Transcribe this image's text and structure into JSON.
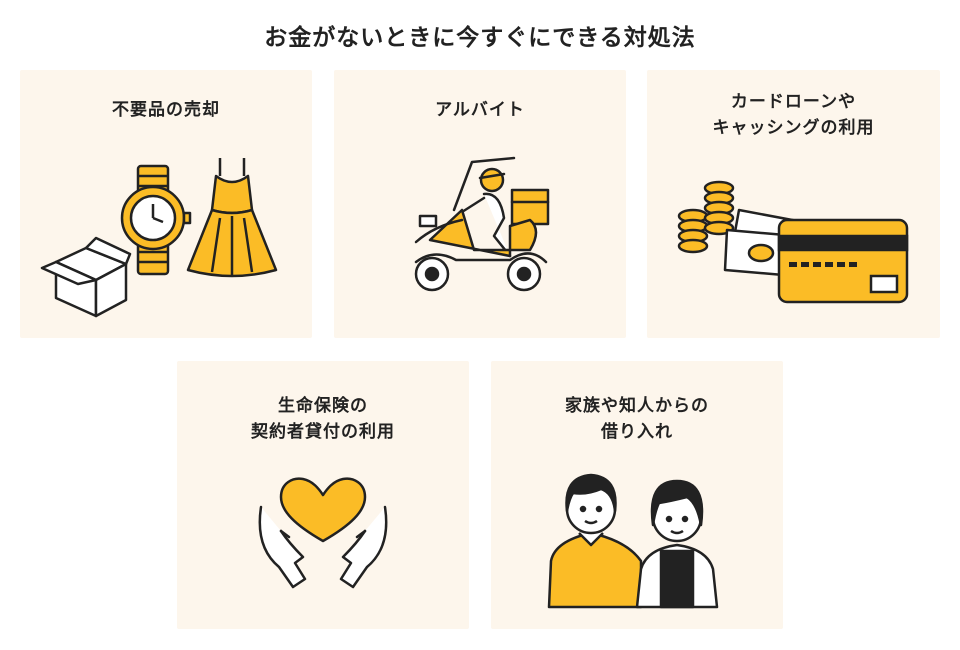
{
  "title": "お金がないときに今すぐにできる対処法",
  "colors": {
    "accent": "#fbbc26",
    "card_bg": "#fdf6ec",
    "ink": "#222222"
  },
  "cards": [
    {
      "label_lines": [
        "不要品の売却"
      ],
      "icons": [
        "cardboard-box-icon",
        "wristwatch-icon",
        "dress-icon"
      ]
    },
    {
      "label_lines": [
        "アルバイト"
      ],
      "icons": [
        "delivery-scooter-icon"
      ]
    },
    {
      "label_lines": [
        "カードローンや",
        "キャッシングの利用"
      ],
      "icons": [
        "coin-stack-icon",
        "banknote-icon",
        "credit-card-icon"
      ]
    },
    {
      "label_lines": [
        "生命保険の",
        "契約者貸付の利用"
      ],
      "icons": [
        "heart-in-hands-icon"
      ]
    },
    {
      "label_lines": [
        "家族や知人からの",
        "借り入れ"
      ],
      "icons": [
        "man-avatar-icon",
        "woman-avatar-icon"
      ]
    }
  ]
}
